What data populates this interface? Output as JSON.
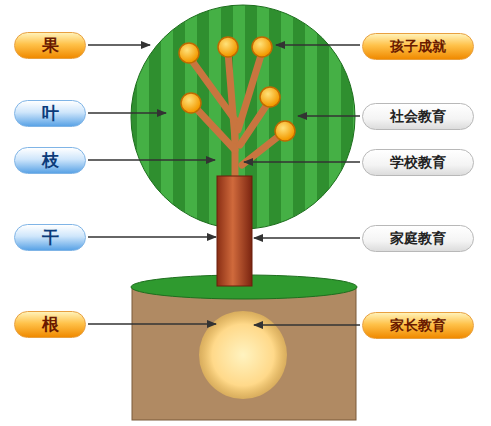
{
  "diagram": {
    "nodes": [
      {
        "text": [
          "果"
        ]
      },
      {
        "text": [
          "孩子成就"
        ]
      },
      {
        "text": [
          "叶"
        ]
      },
      {
        "text": [
          "社会教育"
        ]
      },
      {
        "text": [
          "枝"
        ]
      },
      {
        "text": [
          "学校教育"
        ]
      },
      {
        "text": [
          "干"
        ]
      },
      {
        "text": [
          "家庭教育"
        ]
      },
      {
        "text": [
          "根"
        ]
      },
      {
        "text": [
          "家长教育"
        ]
      }
    ]
  }
}
